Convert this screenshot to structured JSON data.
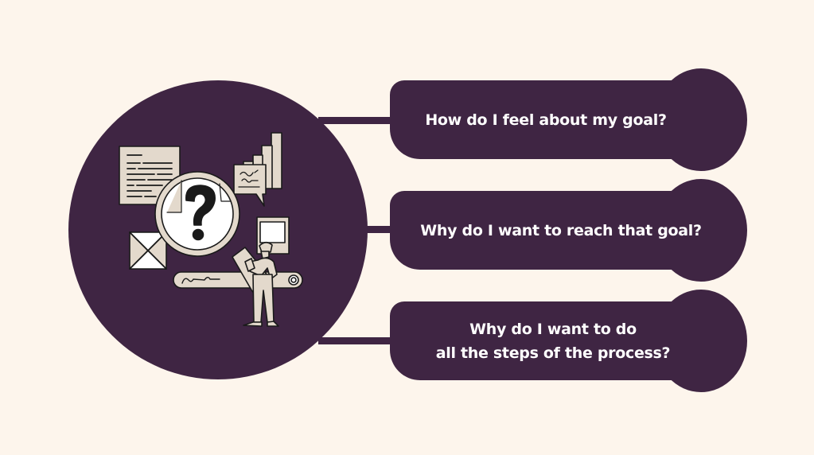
{
  "colors": {
    "background": "#fdf5ec",
    "primary": "#3f2543",
    "illustration_fill": "#e3d9cc",
    "illustration_stroke": "#1a1a1a",
    "text": "#ffffff"
  },
  "hub": {
    "illustration": "person-with-magnifying-glass-question-mark",
    "icons": [
      "document-icon",
      "question-mark-icon",
      "magnifying-glass-icon",
      "chat-bubble-icon",
      "bar-chart-icon",
      "image-placeholder-icon",
      "search-bar-icon",
      "browser-window-icon",
      "person-icon"
    ]
  },
  "questions": [
    {
      "text": "How do I feel about my goal?"
    },
    {
      "text": "Why do I want to reach that goal?"
    },
    {
      "text": "Why do I want to do\nall the steps of the process?"
    }
  ]
}
